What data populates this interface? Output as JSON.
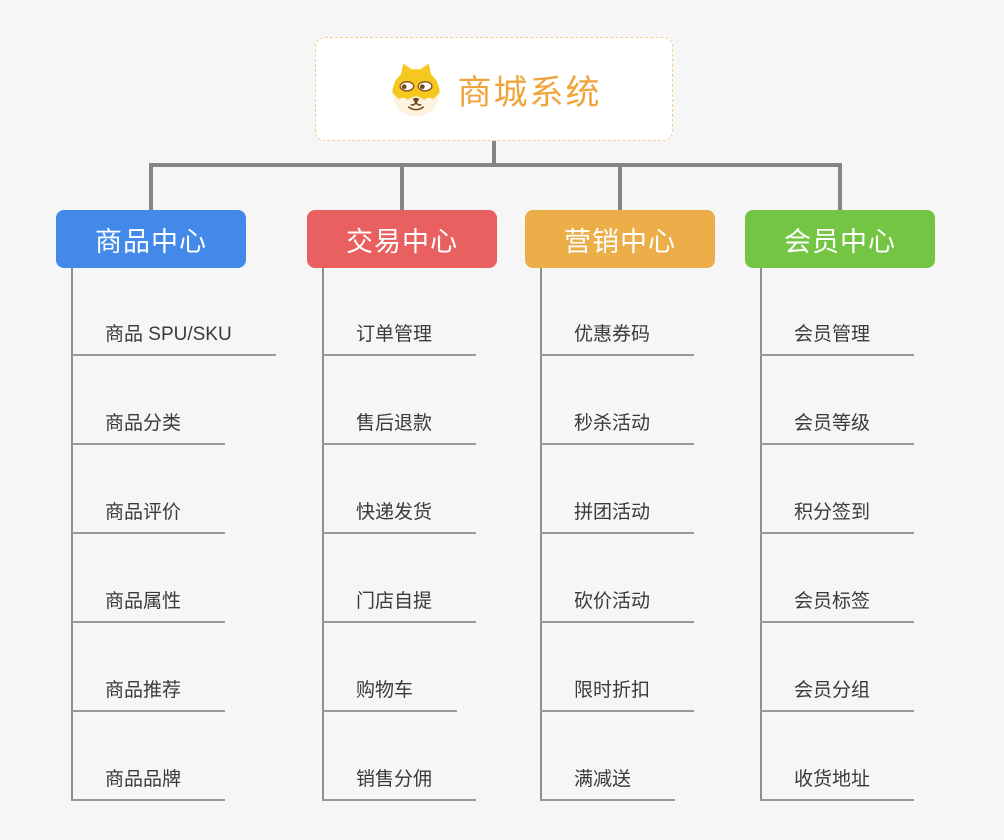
{
  "root": {
    "title": "商城系统",
    "title_color": "#f0a53c",
    "border_color": "#f2cd95",
    "icon": "dog-face-icon"
  },
  "branches": [
    {
      "label": "商品中心",
      "color": "#4289e9",
      "items": [
        "商品 SPU/SKU",
        "商品分类",
        "商品评价",
        "商品属性",
        "商品推荐",
        "商品品牌"
      ]
    },
    {
      "label": "交易中心",
      "color": "#e96060",
      "items": [
        "订单管理",
        "售后退款",
        "快递发货",
        "门店自提",
        "购物车",
        "销售分佣"
      ]
    },
    {
      "label": "营销中心",
      "color": "#ecae49",
      "items": [
        "优惠券码",
        "秒杀活动",
        "拼团活动",
        "砍价活动",
        "限时折扣",
        "满减送"
      ]
    },
    {
      "label": "会员中心",
      "color": "#74c544",
      "items": [
        "会员管理",
        "会员等级",
        "积分签到",
        "会员标签",
        "会员分组",
        "收货地址"
      ]
    }
  ],
  "colors": {
    "background": "#f6f6f6",
    "connector": "#858585",
    "item_underline": "#999999",
    "item_text": "#3a3a3a"
  }
}
